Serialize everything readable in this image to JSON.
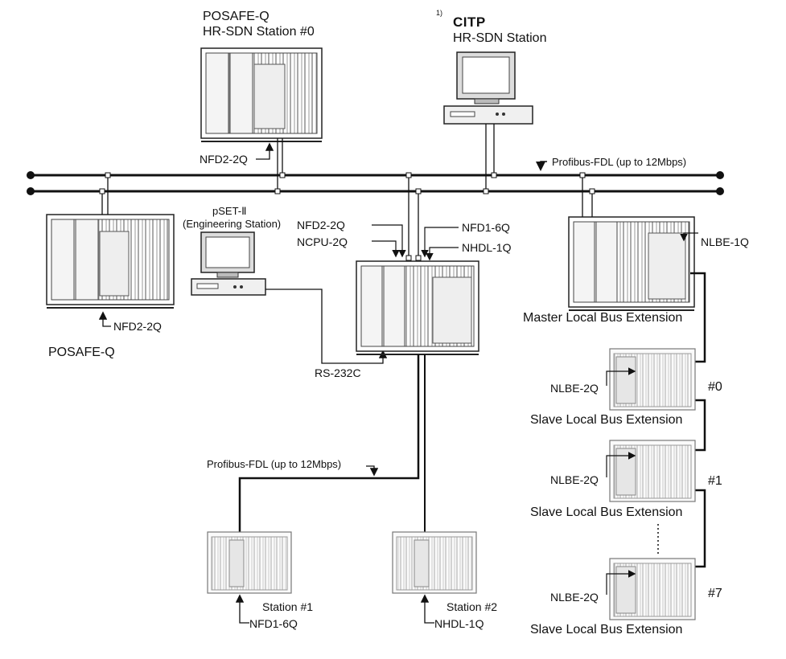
{
  "citp": {
    "footnote": "1)",
    "title": "CITP",
    "subtitle": "HR-SDN Station"
  },
  "posafe_top": {
    "line1": "POSAFE-Q",
    "line2": "HR-SDN Station #0",
    "module": "NFD2-2Q"
  },
  "posafe_left": {
    "title": "POSAFE-Q",
    "module": "NFD2-2Q"
  },
  "bus_top": {
    "label": "Profibus-FDL (up to 12Mbps)"
  },
  "bus_bottom": {
    "label": "Profibus-FDL (up to 12Mbps)"
  },
  "pset": {
    "line1": "pSET-Ⅱ",
    "line2": "(Engineering Station)"
  },
  "central": {
    "nfd2": "NFD2-2Q",
    "ncpu": "NCPU-2Q",
    "nfd1": "NFD1-6Q",
    "nhdl": "NHDL-1Q",
    "rs232": "RS-232C"
  },
  "master": {
    "module": "NLBE-1Q",
    "title": "Master Local Bus Extension"
  },
  "slaves": [
    {
      "module": "NLBE-2Q",
      "number": "#0",
      "title": "Slave Local Bus Extension"
    },
    {
      "module": "NLBE-2Q",
      "number": "#1",
      "title": "Slave Local Bus Extension"
    },
    {
      "module": "NLBE-2Q",
      "number": "#7",
      "title": "Slave Local Bus Extension"
    }
  ],
  "station1": {
    "title": "Station #1",
    "module": "NFD1-6Q"
  },
  "station2": {
    "title": "Station #2",
    "module": "NHDL-1Q"
  }
}
